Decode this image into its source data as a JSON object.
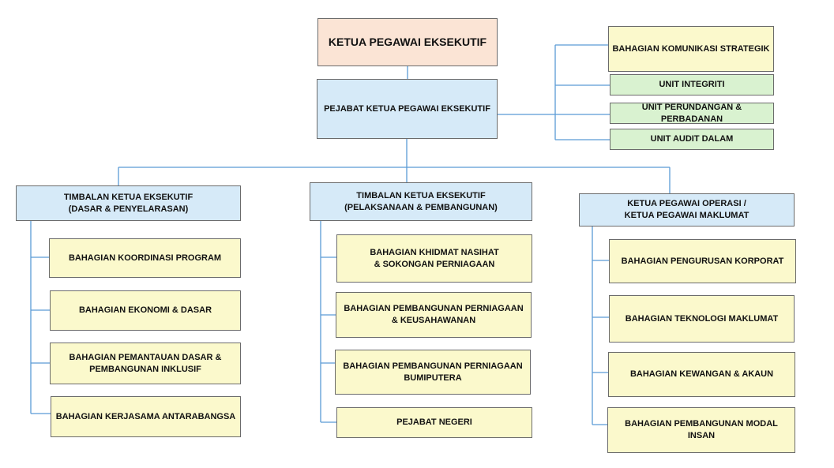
{
  "chart": {
    "ceo": "KETUA PEGAWAI EKSEKUTIF",
    "office": "PEJABAT  KETUA  PEGAWAI  EKSEKUTIF",
    "units": [
      "BAHAGIAN  KOMUNIKASI STRATEGIK",
      "UNIT INTEGRITI",
      "UNIT PERUNDANGAN &\nPERBADANAN",
      "UNIT AUDIT DALAM"
    ],
    "divisions": [
      {
        "title": "TIMBALAN  KETUA  EKSEKUTIF\n(DASAR  &  PENYELARASAN)",
        "children": [
          "BAHAGIAN KOORDINASI PROGRAM",
          "BAHAGIAN EKONOMI & DASAR",
          "BAHAGIAN  PEMANTAUAN  DASAR &\nPEMBANGUNAN INKLUSIF",
          "BAHAGIAN  KERJASAMA ANTARABANGSA"
        ]
      },
      {
        "title": "TIMBALAN  KETUA  EKSEKUTIF\n(PELAKSANAAN  &  PEMBANGUNAN)",
        "children": [
          "BAHAGIAN KHIDMAT NASIHAT\n& SOKONGAN PERNIAGAAN",
          "BAHAGIAN PEMBANGUNAN PERNIAGAAN\n& KEUSAHAWANAN",
          "BAHAGIAN  PEMBANGUNAN PERNIAGAAN\nBUMIPUTERA",
          "PEJABAT NEGERI"
        ]
      },
      {
        "title": "KETUA PEGAWAI OPERASI /\nKETUA PEGAWAI MAKLUMAT",
        "children": [
          "BAHAGIAN PENGURUSAN KORPORAT",
          "BAHAGIAN TEKNOLOGI MAKLUMAT",
          "BAHAGIAN  KEWANGAN & AKAUN",
          "BAHAGIAN PEMBANGUNAN MODAL INSAN"
        ]
      }
    ]
  },
  "colors": {
    "ceo_fill": "#fbe4d5",
    "office_fill": "#d6eaf8",
    "unit_fill": "#d9f2d0",
    "dept_fill": "#fbf9cc",
    "connector": "#5b9bd5",
    "border": "#6b6b6b"
  }
}
